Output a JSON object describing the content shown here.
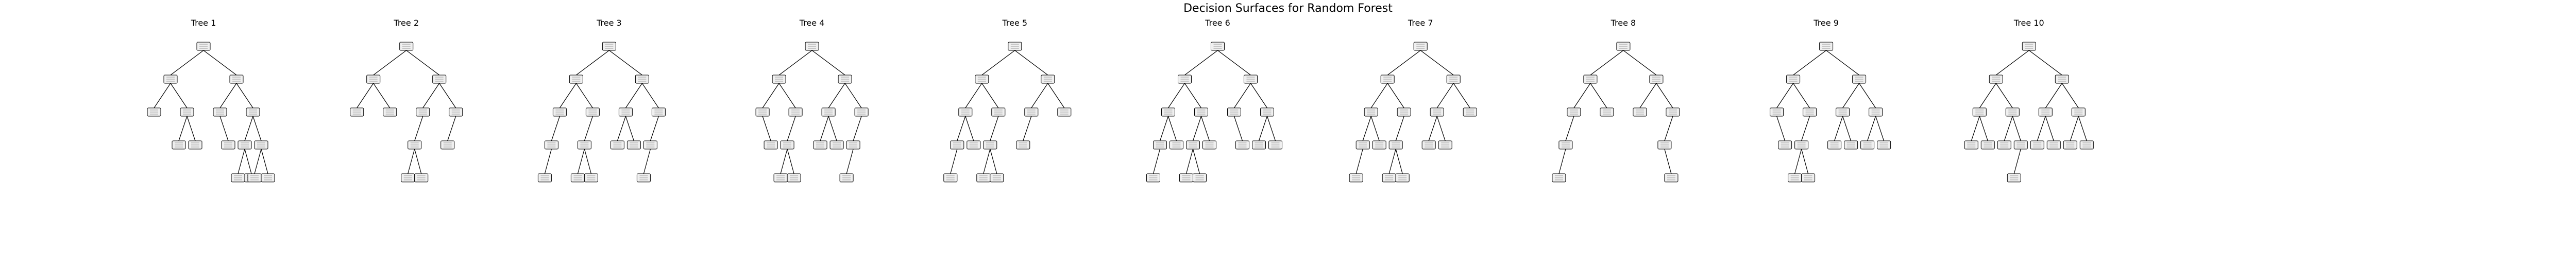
{
  "figure": {
    "title": "Decision Surfaces for Random Forest"
  },
  "trees": [
    {
      "title": "Tree 1",
      "structure": [
        [
          1,
          1,
          [
            1,
            1,
            [
              1,
              0,
              0
            ]
          ],
          [
            1,
            1,
            1
          ]
        ],
        [
          1,
          [
            1,
            0,
            1
          ],
          [
            1,
            [
              1,
              1,
              1
            ],
            [
              1,
              1,
              1
            ]
          ]
        ]
      ]
    },
    {
      "title": "Tree 2",
      "structure": [
        [
          1,
          [
            1,
            0,
            0
          ],
          [
            1,
            0,
            0
          ]
        ],
        [
          1,
          [
            1,
            [
              1,
              [
                1,
                0,
                0
              ],
              [
                1,
                0,
                0
              ]
            ],
            0
          ],
          [
            1,
            [
              1,
              0,
              0
            ],
            0
          ]
        ]
      ]
    },
    {
      "title": "Tree 3",
      "structure": [
        [
          1,
          [
            1,
            [
              1,
              [
                1,
                0,
                0
              ],
              0
            ],
            0
          ],
          [
            1,
            [
              1,
              [
                1,
                0,
                0
              ],
              [
                1,
                0,
                0
              ]
            ],
            0
          ]
        ],
        [
          1,
          [
            1,
            [
              1,
              0,
              0
            ],
            [
              1,
              0,
              0
            ]
          ],
          [
            1,
            [
              1,
              [
                1,
                0,
                0
              ],
              0
            ],
            0
          ]
        ]
      ]
    },
    {
      "title": "Tree 4",
      "structure": [
        [
          1,
          [
            1,
            0,
            [
              1,
              0,
              0
            ]
          ],
          [
            1,
            [
              1,
              [
                1,
                0,
                0
              ],
              [
                1,
                0,
                0
              ]
            ],
            0
          ]
        ],
        [
          1,
          [
            1,
            [
              1,
              0,
              0
            ],
            [
              1,
              0,
              0
            ]
          ],
          [
            1,
            [
              1,
              [
                1,
                0,
                0
              ],
              0
            ],
            0
          ]
        ]
      ]
    },
    {
      "title": "Tree 5",
      "structure": [
        [
          1,
          [
            1,
            [
              1,
              [
                1,
                0,
                0
              ],
              0
            ],
            [
              1,
              0,
              0
            ]
          ],
          [
            1,
            [
              1,
              [
                1,
                0,
                0
              ],
              [
                1,
                0,
                0
              ]
            ],
            0
          ]
        ],
        [
          1,
          [
            1,
            [
              1,
              0,
              0
            ],
            0
          ],
          [
            1,
            0,
            0
          ]
        ]
      ]
    },
    {
      "title": "Tree 6",
      "structure": [
        [
          1,
          [
            1,
            [
              1,
              [
                1,
                0,
                0
              ],
              0
            ],
            [
              1,
              0,
              0
            ]
          ],
          [
            1,
            [
              1,
              [
                1,
                0,
                0
              ],
              [
                1,
                0,
                0
              ]
            ],
            [
              1,
              0,
              0
            ]
          ]
        ],
        [
          1,
          [
            1,
            0,
            [
              1,
              0,
              0
            ]
          ],
          [
            1,
            [
              1,
              0,
              0
            ],
            [
              1,
              0,
              0
            ]
          ]
        ]
      ]
    },
    {
      "title": "Tree 7",
      "structure": [
        [
          1,
          [
            1,
            [
              1,
              [
                1,
                0,
                0
              ],
              0
            ],
            [
              1,
              0,
              0
            ]
          ],
          [
            1,
            [
              1,
              [
                1,
                0,
                0
              ],
              [
                1,
                0,
                0
              ]
            ],
            0
          ]
        ],
        [
          1,
          [
            1,
            [
              1,
              0,
              0
            ],
            [
              1,
              0,
              0
            ]
          ],
          [
            1,
            0,
            0
          ]
        ]
      ]
    },
    {
      "title": "Tree 8",
      "structure": [
        [
          1,
          [
            1,
            [
              1,
              [
                1,
                0,
                0
              ],
              0
            ],
            0
          ],
          [
            1,
            0,
            0
          ]
        ],
        [
          1,
          [
            1,
            0,
            0
          ],
          [
            1,
            [
              1,
              0,
              [
                1,
                0,
                0
              ]
            ],
            0
          ]
        ]
      ]
    },
    {
      "title": "Tree 9",
      "structure": [
        [
          1,
          [
            1,
            0,
            [
              1,
              0,
              0
            ]
          ],
          [
            1,
            [
              1,
              [
                1,
                0,
                0
              ],
              [
                1,
                0,
                0
              ]
            ],
            0
          ]
        ],
        [
          1,
          [
            1,
            [
              1,
              0,
              0
            ],
            [
              1,
              0,
              0
            ]
          ],
          [
            1,
            [
              1,
              0,
              0
            ],
            [
              1,
              0,
              0
            ]
          ]
        ]
      ]
    },
    {
      "title": "Tree 10",
      "structure": [
        [
          1,
          [
            1,
            [
              1,
              0,
              0
            ],
            [
              1,
              0,
              0
            ]
          ],
          [
            1,
            [
              1,
              0,
              0
            ],
            [
              1,
              [
                1,
                0,
                0
              ],
              0
            ]
          ]
        ],
        [
          1,
          [
            1,
            [
              1,
              0,
              0
            ],
            [
              1,
              0,
              0
            ]
          ],
          [
            1,
            [
              1,
              0,
              0
            ],
            [
              1,
              0,
              0
            ]
          ]
        ]
      ]
    }
  ]
}
